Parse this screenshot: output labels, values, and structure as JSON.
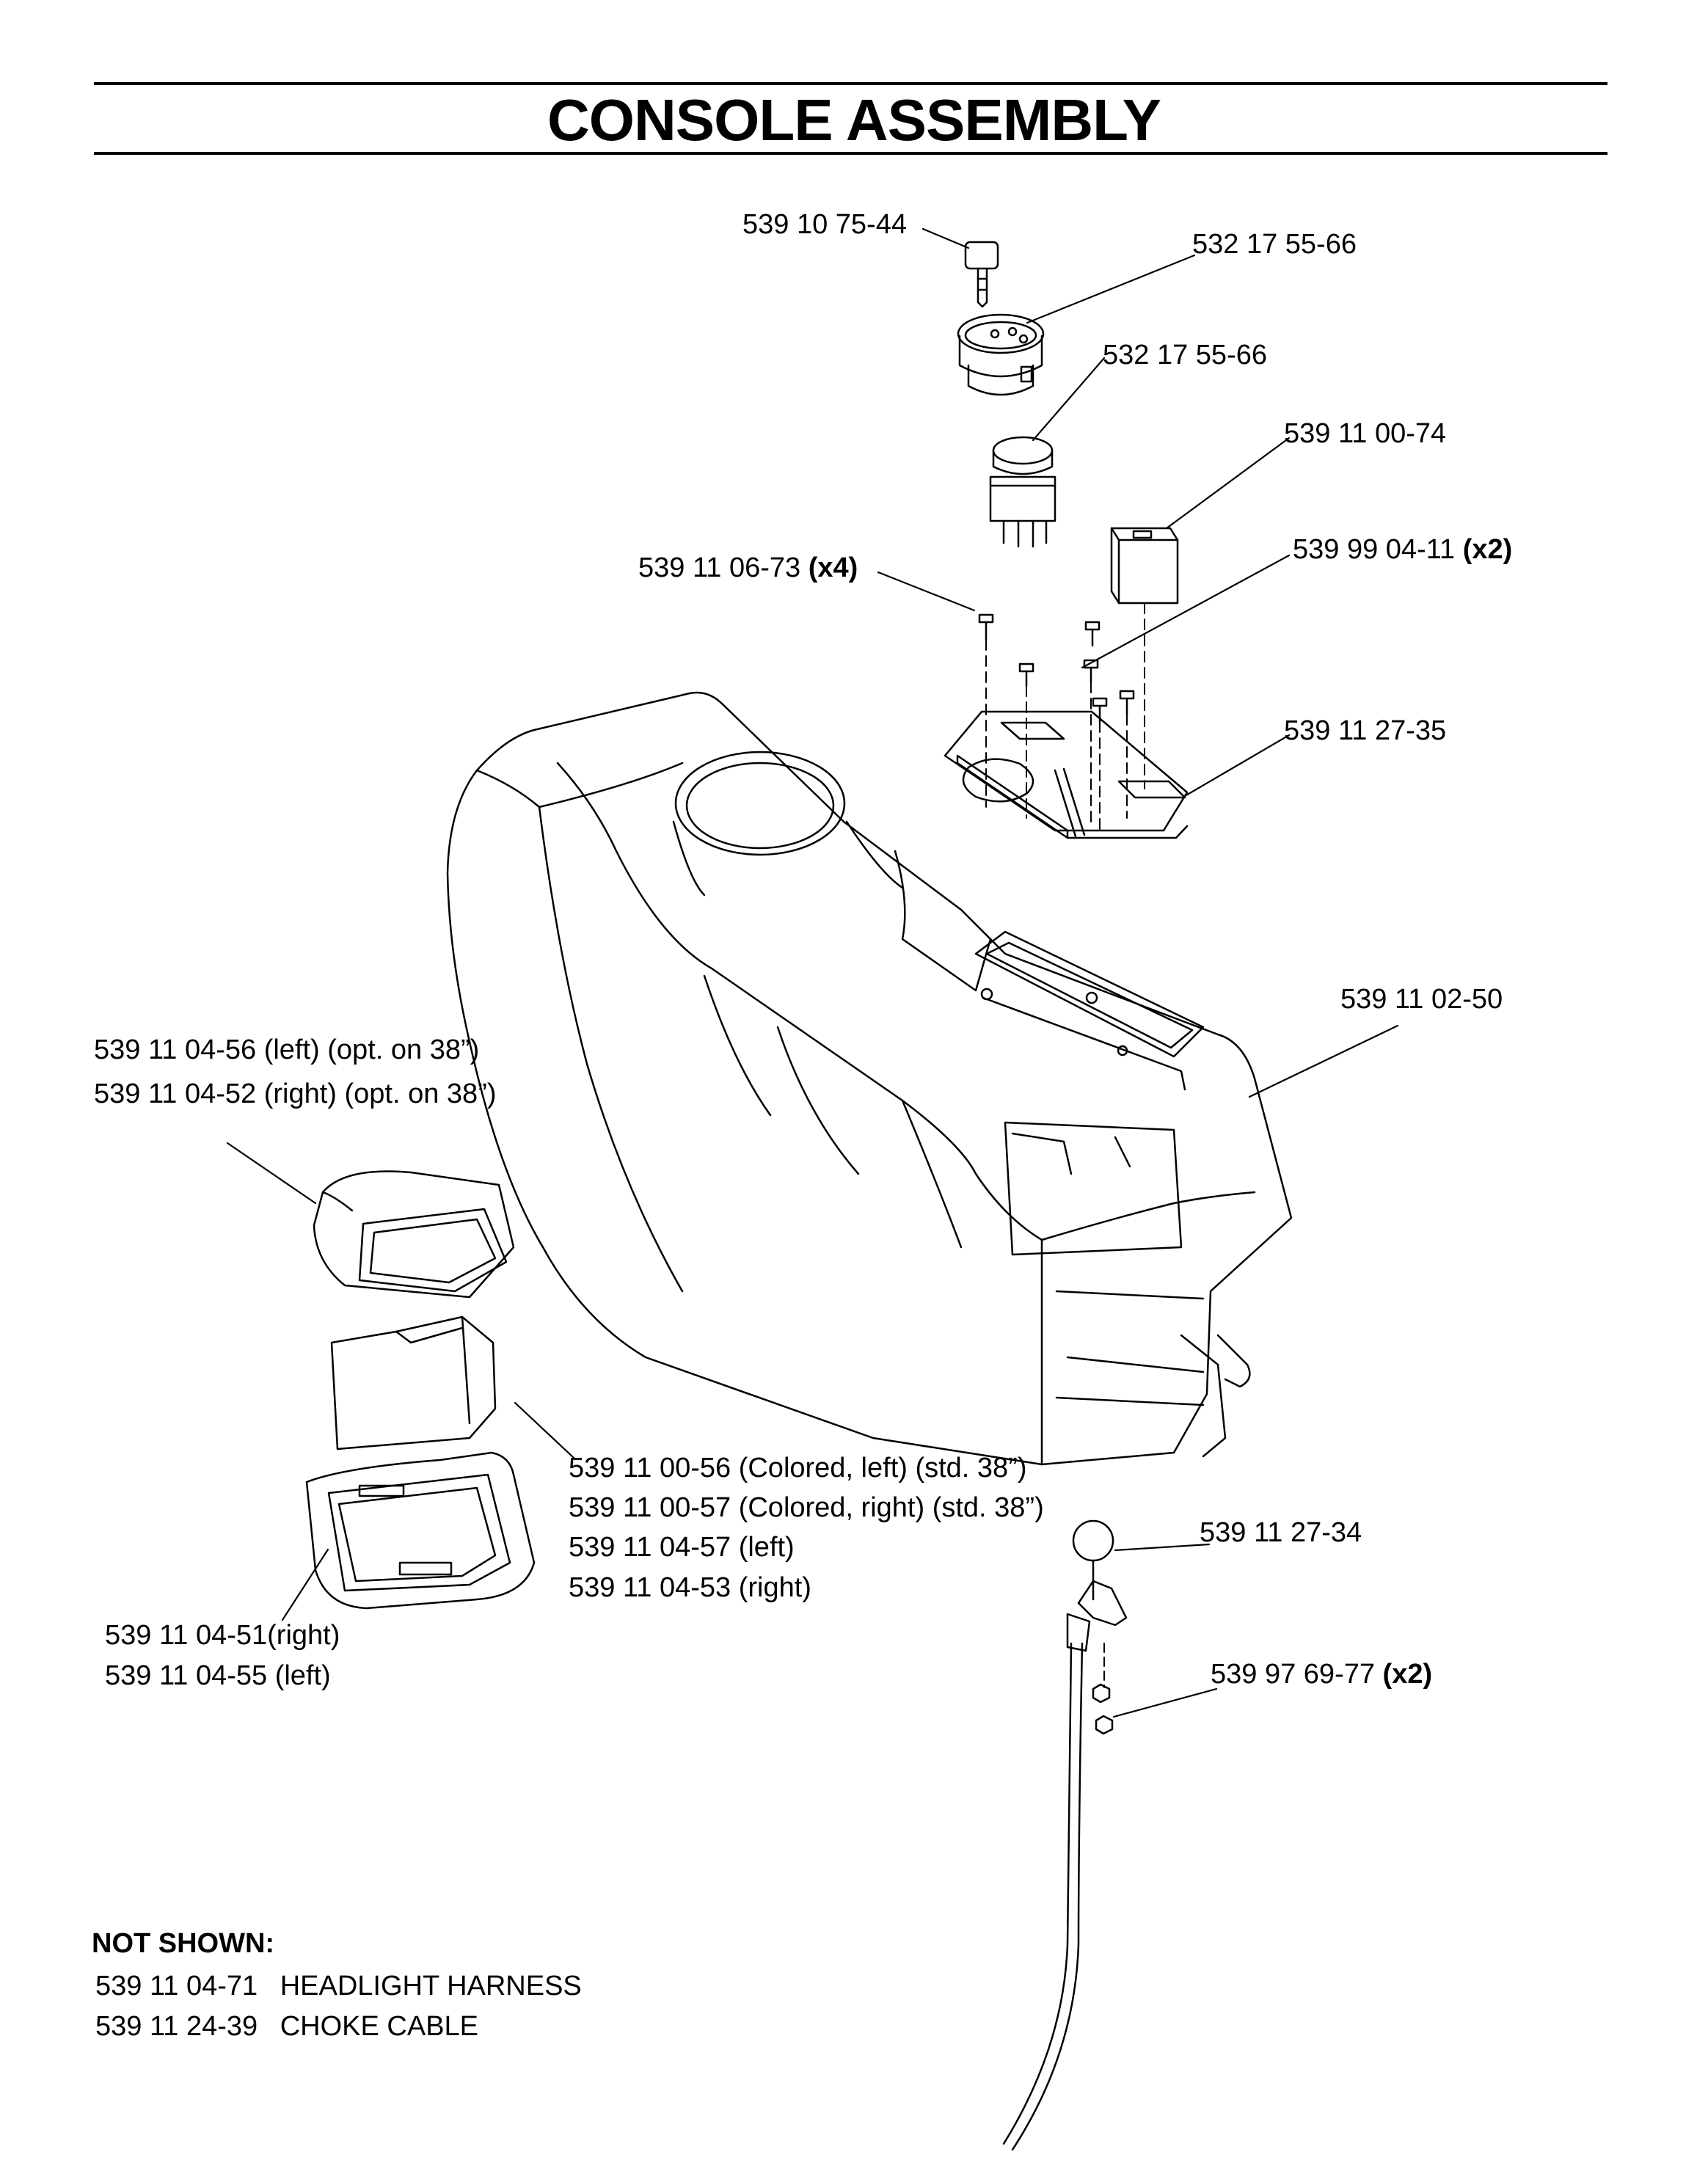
{
  "title": "CONSOLE ASSEMBLY",
  "labels": {
    "key": "539 10 75-44",
    "ignition_switch": "532 17 55-66",
    "pto_switch": "532 17 55-66",
    "hour_meter": "539 11 00-74",
    "bolts_part": "539 11 06-73",
    "bolts_qty": "(x4)",
    "screws_part": "539 99 04-11",
    "screws_qty": "(x2)",
    "mount_plate": "539 11 27-35",
    "console": "539 11 02-50",
    "headlight_left": "539 11 04-56 (left) (opt. on 38”)",
    "headlight_right": "539 11 04-52 (right) (opt. on 38”)",
    "lens_1": "539 11 00-56 (Colored, left) (std. 38”)",
    "lens_2": "539 11 00-57 (Colored, right) (std. 38”)",
    "lens_3": "539 11 04-57 (left)",
    "lens_4": "539 11 04-53 (right)",
    "bezel_right": "539 11 04-51(right)",
    "bezel_left": "539 11 04-55 (left)",
    "choke_knob": "539 11 27-34",
    "nuts_part": "539 97 69-77",
    "nuts_qty": "(x2)"
  },
  "not_shown": {
    "heading": "NOT SHOWN:",
    "items": [
      {
        "part": "539 11 04-71",
        "desc": "HEADLIGHT HARNESS"
      },
      {
        "part": "539 11 24-39",
        "desc": "CHOKE CABLE"
      }
    ]
  }
}
